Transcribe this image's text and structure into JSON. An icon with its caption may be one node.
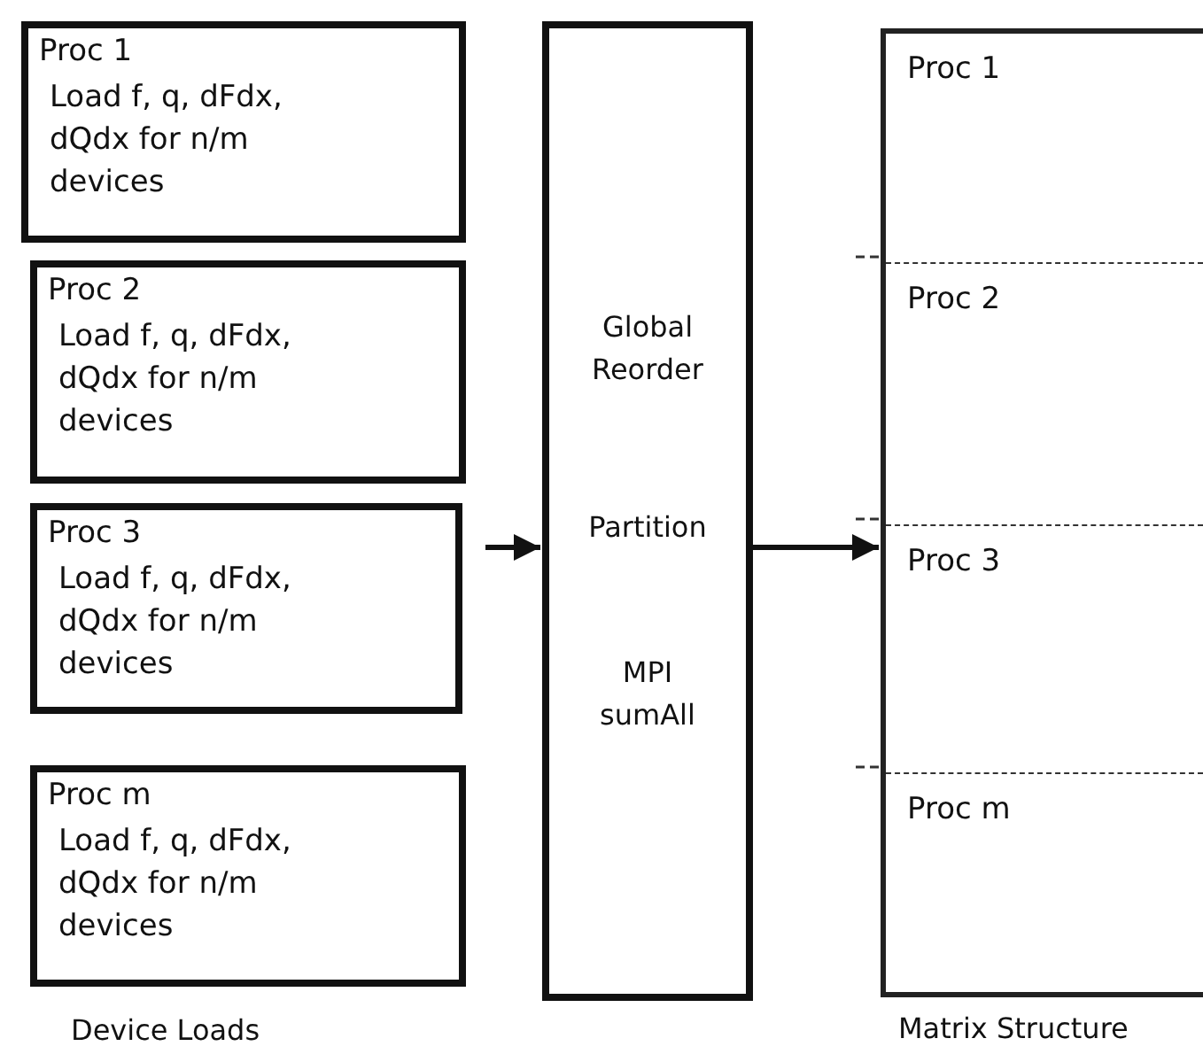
{
  "diagram": {
    "nodes": [
      {
        "text": [
          "Proc 1",
          "Load f, q, dFdx, dQdx for n/m devices"
        ]
      },
      {
        "text": [
          "Proc 2",
          "Load f, q, dFdx, dQdx for n/m devices"
        ]
      },
      {
        "text": [
          "Proc 3",
          "Load f, q, dFdx, dQdx for n/m devices"
        ]
      },
      {
        "text": [
          "Proc m",
          "Load f, q, dFdx, dQdx for n/m devices"
        ]
      },
      {
        "text": [
          "Global Reorder",
          "Partition",
          "MPI sumAll"
        ]
      },
      {
        "text": [
          "Matrix Structure"
        ]
      },
      {
        "text": [
          "Proc 1"
        ],
        "in": 5
      },
      {
        "text": [
          "Proc 2"
        ],
        "in": 5
      },
      {
        "text": [
          "Proc 3"
        ],
        "in": 5
      },
      {
        "text": [
          "Proc m"
        ],
        "in": 5
      }
    ],
    "edges": [
      {
        "from": null,
        "to": 4,
        "arrow": "to"
      },
      {
        "from": 4,
        "to": 5,
        "arrow": "to"
      }
    ],
    "labels": [
      "Device Loads"
    ]
  }
}
